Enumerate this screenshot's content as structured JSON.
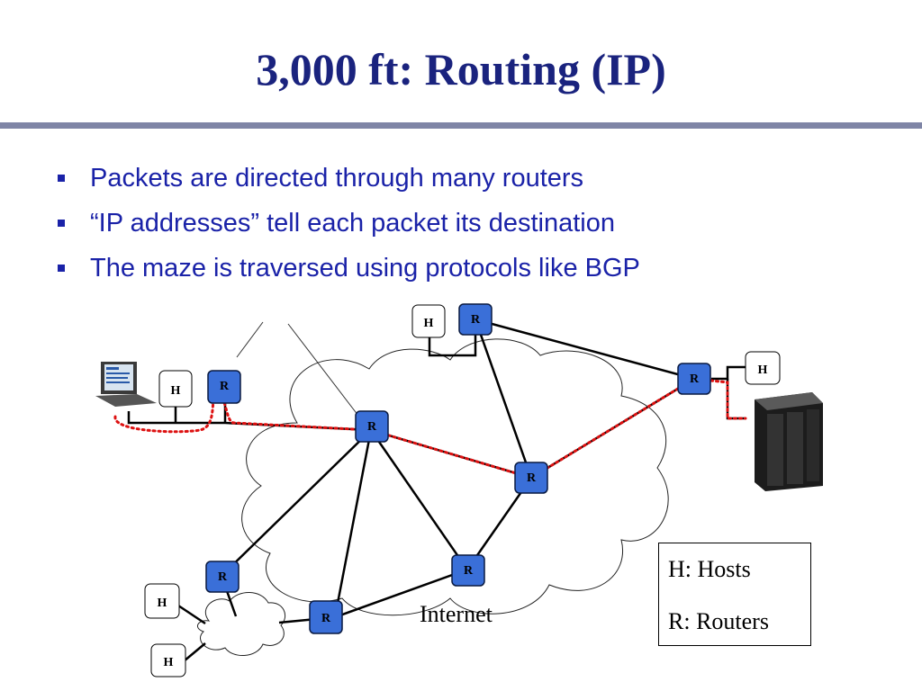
{
  "slide": {
    "title": "3,000 ft: Routing (IP)",
    "bullets": [
      "Packets are directed through many routers",
      "“IP addresses” tell each packet its destination",
      "The maze is traversed using protocols like BGP"
    ]
  },
  "diagram": {
    "host_label": "H",
    "router_label": "R",
    "cloud_label": "Internet",
    "legend": {
      "hosts": "H: Hosts",
      "routers": "R: Routers"
    },
    "colors": {
      "title": "#1a237e",
      "bullets": "#1a22a8",
      "router_fill": "#3a6fd8",
      "path": "#dd1111"
    }
  }
}
